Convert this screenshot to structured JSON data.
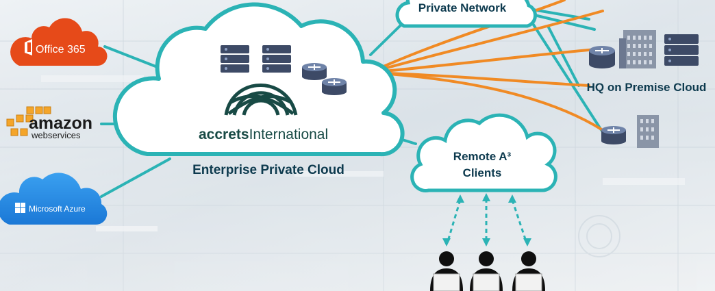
{
  "colors": {
    "cloud_stroke": "#2bb3b5",
    "connector": "#2bb3b5",
    "fiber": "#f08a24",
    "label_text": "#0d3a4e",
    "office_red": "#e64a19",
    "azure_blue": "#1e88e5",
    "amazon_orange": "#f4a52a",
    "server_slate": "#3d4a66"
  },
  "providers": {
    "office365": {
      "label": "Office 365",
      "icon": "office-logo-icon"
    },
    "aws": {
      "label_top": "amazon",
      "label_bottom": "webservices",
      "icon": "aws-cubes-icon"
    },
    "azure": {
      "label": "Microsoft Azure",
      "icon": "windows-logo-icon"
    }
  },
  "enterprise_cloud": {
    "brand_bold": "accrets",
    "brand_light": "International",
    "caption": "Enterprise Private Cloud"
  },
  "private_network": {
    "label": "Private Network"
  },
  "hq": {
    "label": "HQ on Premise Cloud"
  },
  "remote": {
    "line1": "Remote A³",
    "line2": "Clients"
  }
}
